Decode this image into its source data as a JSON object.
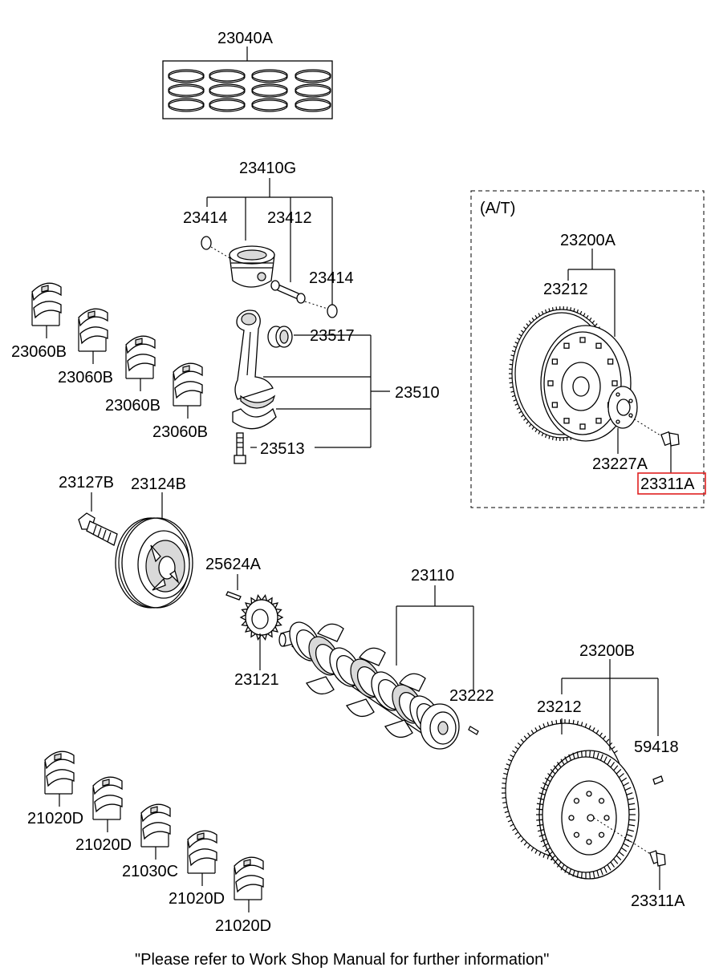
{
  "diagram": {
    "labels": {
      "piston_rings": "23040A",
      "piston_assy": "23410G",
      "snap_ring_left": "23414",
      "piston_pin": "23412",
      "snap_ring_right": "23414",
      "con_rod_bearing_top": "23517",
      "con_rod_assy": "23510",
      "con_rod_bolt": "23513",
      "bearing_a": "23060B",
      "bearing_b": "23060B",
      "bearing_c": "23060B",
      "bearing_d": "23060B",
      "at_section": "(A/T)",
      "drive_plate_assy": "23200A",
      "ring_gear_at": "23212",
      "adapter_plate": "23227A",
      "drive_plate_bolt_highlighted": "23311A",
      "pulley_bolt": "23127B",
      "damper_pulley": "23124B",
      "key": "25624A",
      "crankshaft_assy": "23110",
      "sprocket": "23121",
      "pin": "23222",
      "flywheel_assy": "23200B",
      "ring_gear_mt": "23212",
      "dowel_pin": "59418",
      "flywheel_bolt": "23311A",
      "main_bearing_1": "21020D",
      "main_bearing_2": "21020D",
      "thrust_bearing": "21030C",
      "main_bearing_3": "21020D",
      "main_bearing_4": "21020D"
    },
    "footer": "\"Please refer to Work Shop Manual for further information\"",
    "highlight_color": "#e02020"
  }
}
